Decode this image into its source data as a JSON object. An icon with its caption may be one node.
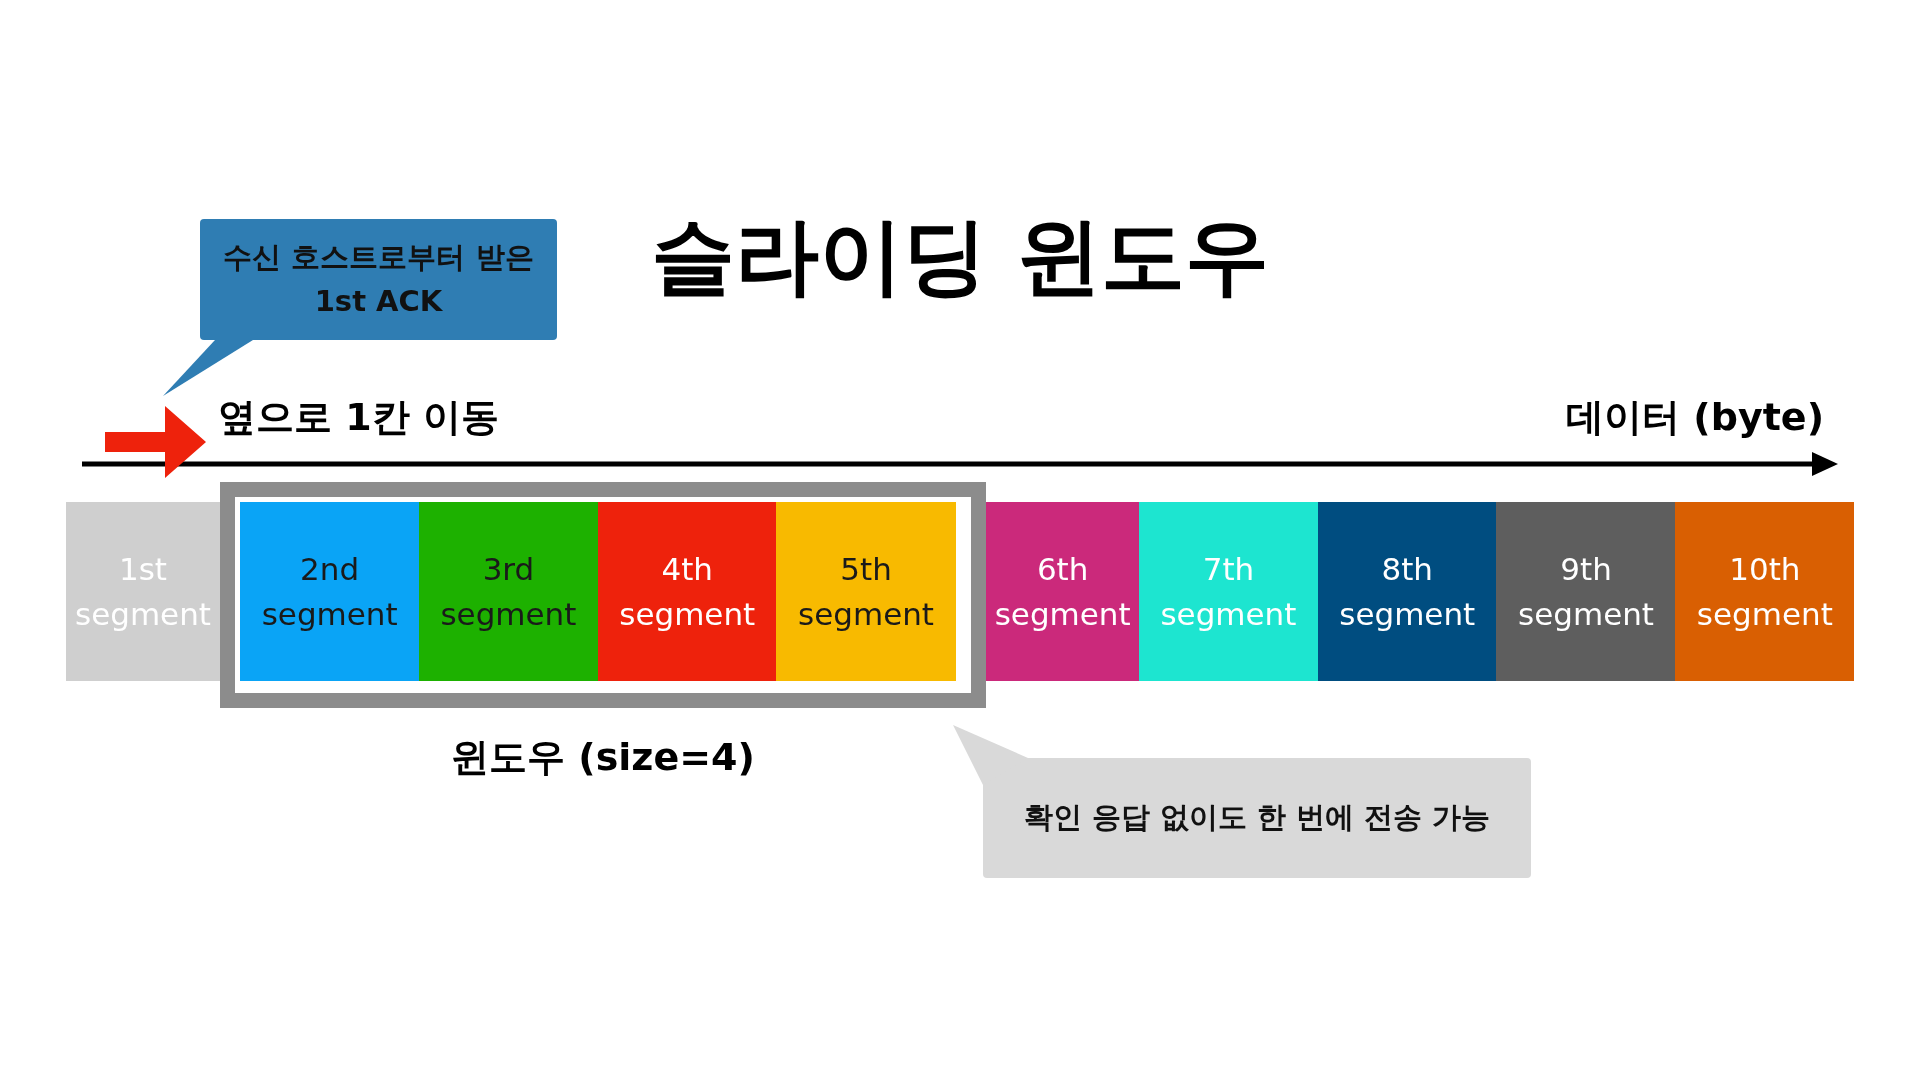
{
  "diagram": {
    "title": "슬라이딩 윈도우",
    "nodes": [
      {
        "text": [
          "수신 호스트로부터 받은 1st ACK"
        ]
      },
      {
        "text": [
          "1st segment"
        ]
      },
      {
        "text": [
          "윈도우 (size=4)"
        ]
      },
      {
        "text": [
          "2nd segment"
        ],
        "in": 2
      },
      {
        "text": [
          "3rd segment"
        ],
        "in": 2
      },
      {
        "text": [
          "4th segment"
        ],
        "in": 2
      },
      {
        "text": [
          "5th segment"
        ],
        "in": 2
      },
      {
        "text": [
          "6th segment"
        ]
      },
      {
        "text": [
          "7th segment"
        ]
      },
      {
        "text": [
          "8th segment"
        ]
      },
      {
        "text": [
          "9th segment"
        ]
      },
      {
        "text": [
          "10th segment"
        ]
      },
      {
        "text": [
          "확인 응답 없이도 한 번에 전송 가능"
        ]
      }
    ],
    "labels": [
      "옆으로 1칸 이동",
      "데이터 (byte)"
    ]
  }
}
